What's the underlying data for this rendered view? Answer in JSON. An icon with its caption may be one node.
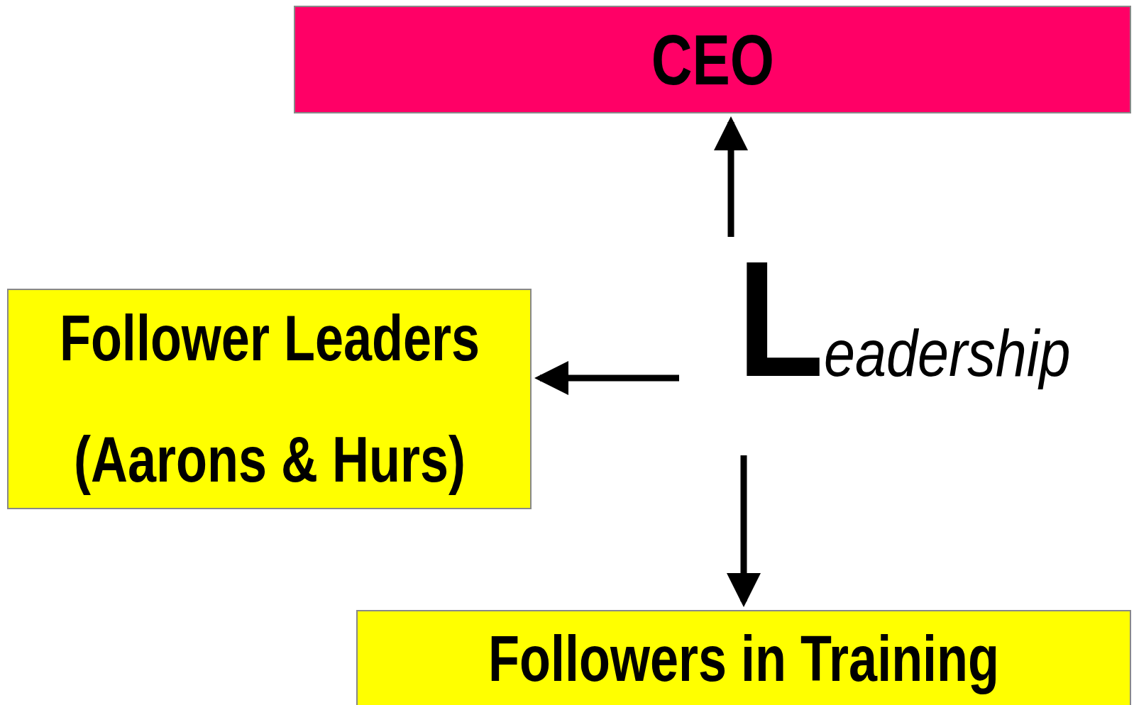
{
  "diagram": {
    "nodes": [
      {
        "text": [
          "CEO"
        ]
      },
      {
        "text": [
          "Follower Leaders (Aarons & Hurs)"
        ]
      },
      {
        "text": [
          "Followers in Training"
        ]
      },
      {
        "text": [
          "Leadership"
        ]
      }
    ],
    "edges": [
      {
        "from": 3,
        "to": 0,
        "arrow": "to"
      },
      {
        "from": 3,
        "to": 1,
        "arrow": "to"
      },
      {
        "from": 3,
        "to": 2,
        "arrow": "to"
      }
    ]
  }
}
